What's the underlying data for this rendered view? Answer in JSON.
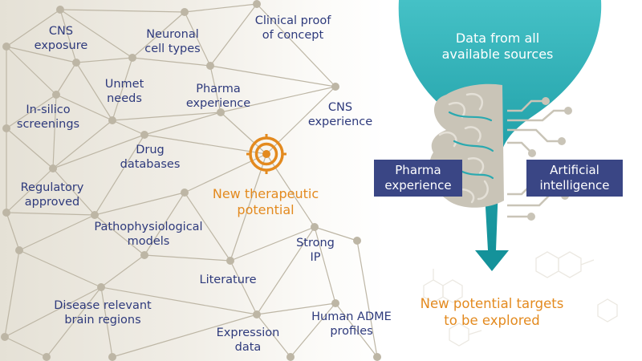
{
  "network": {
    "nodes": [
      {
        "id": "cns_exposure",
        "label": "CNS\nexposure"
      },
      {
        "id": "neuronal_cell_types",
        "label": "Neuronal\ncell types"
      },
      {
        "id": "clinical_proof",
        "label": "Clinical proof\nof concept"
      },
      {
        "id": "unmet_needs",
        "label": "Unmet\nneeds"
      },
      {
        "id": "pharma_experience",
        "label": "Pharma\nexperience"
      },
      {
        "id": "in_silico",
        "label": "In-silico\nscreenings"
      },
      {
        "id": "cns_experience",
        "label": "CNS\nexperience"
      },
      {
        "id": "drug_databases",
        "label": "Drug\ndatabases"
      },
      {
        "id": "regulatory_approved",
        "label": "Regulatory\napproved"
      },
      {
        "id": "pathophysiological",
        "label": "Pathophysiological\nmodels"
      },
      {
        "id": "strong_ip",
        "label": "Strong\nIP"
      },
      {
        "id": "literature",
        "label": "Literature"
      },
      {
        "id": "disease_regions",
        "label": "Disease relevant\nbrain regions"
      },
      {
        "id": "expression_data",
        "label": "Expression\ndata"
      },
      {
        "id": "human_adme",
        "label": "Human ADME\nprofiles"
      }
    ],
    "center_label": "New therapeutic\npotential"
  },
  "funnel": {
    "top_text": "Data from all\navailable sources",
    "left_box": "Pharma\nexperience",
    "right_box": "Artificial\nintelligence",
    "result_text": "New potential targets\nto be explored"
  },
  "colors": {
    "navy": "#2e3a7c",
    "box": "#3a4685",
    "orange": "#e38a1f",
    "teal": "#2aa9b0",
    "teal_dark": "#168e96",
    "brain": "#c9c4b7",
    "network_line": "#bdb6a5"
  },
  "icons": [
    "target-icon",
    "brain-icon",
    "circuit-icon",
    "arrow-down-icon",
    "molecule-icon"
  ]
}
